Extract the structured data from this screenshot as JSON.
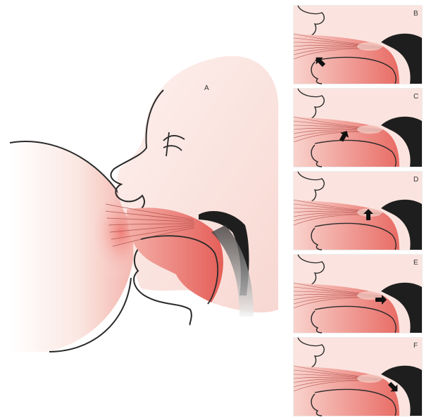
{
  "main_panel": {
    "label": "A"
  },
  "side_panels": [
    {
      "label": "B",
      "arrow_direction": "up-left",
      "arrow_position": "front"
    },
    {
      "label": "C",
      "arrow_direction": "up-right",
      "arrow_position": "front-middle"
    },
    {
      "label": "D",
      "arrow_direction": "up",
      "arrow_position": "middle"
    },
    {
      "label": "E",
      "arrow_direction": "right",
      "arrow_position": "back"
    },
    {
      "label": "F",
      "arrow_direction": "down-right",
      "arrow_position": "throat"
    }
  ],
  "colors": {
    "skin_light": "#fbe9e4",
    "skin_pink": "#f2a6a0",
    "mouth_red": "#e8635e",
    "outline": "#2a2a2a",
    "palate_dark": "#1e1e1e",
    "frame": "#d8d8d8"
  }
}
